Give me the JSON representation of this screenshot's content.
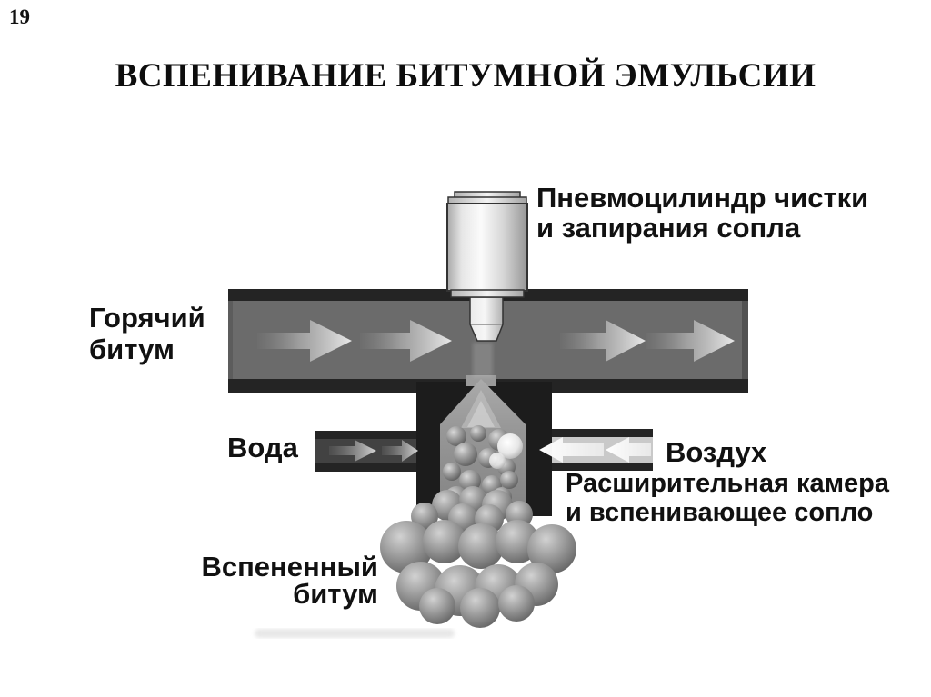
{
  "page": {
    "number": "19",
    "title": "ВСПЕНИВАНИЕ БИТУМНОЙ ЭМУЛЬСИИ"
  },
  "diagram": {
    "labels": {
      "pneumo1": "Пневмоцилиндр чистки",
      "pneumo2": "и запирания сопла",
      "hot1": "Горячий",
      "hot2": "битум",
      "water": "Вода",
      "air": "Воздух",
      "expansion1": "Расширительная камера",
      "expansion2": "и вспенивающее сопло",
      "foamed1": "Вспененный",
      "foamed2": "битум"
    },
    "flow_directions": {
      "hot_bitumen": "right",
      "water": "right",
      "air": "left",
      "foamed_bitumen": "down"
    },
    "colors": {
      "background": "#ffffff",
      "label_text": "#111111",
      "channel_wall": "#242424",
      "channel_fill": "#6b6b6b",
      "mixing_block": "#1c1c1c",
      "water_pipe_fill": "#424242",
      "air_pipe_fill": "#c9c9c9",
      "chamber_fill": "#949494",
      "foam_bubble": "#8f8f8f",
      "metal_light": "#fafafa",
      "metal_dark": "#969696"
    }
  }
}
